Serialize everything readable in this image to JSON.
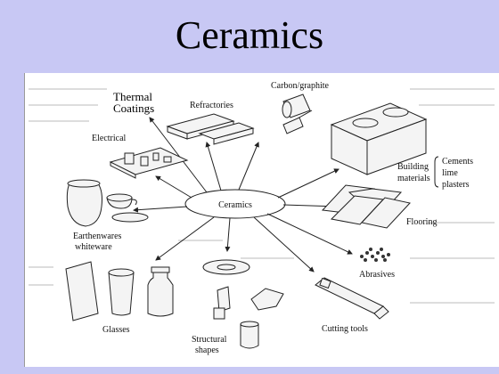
{
  "slide": {
    "title": "Ceramics"
  },
  "diagram": {
    "center": "Ceramics",
    "labels": {
      "thermal_1": "Thermal",
      "thermal_2": "Coatings",
      "refractories": "Refractories",
      "carbon": "Carbon/graphite",
      "electrical": "Electrical",
      "building_1": "Building",
      "building_2": "materials",
      "cements": "Cements",
      "lime": "lime",
      "plasters": "plasters",
      "earthen_1": "Earthenwares",
      "earthen_2": "whiteware",
      "flooring": "Flooring",
      "abrasives": "Abrasives",
      "glasses": "Glasses",
      "structural_1": "Structural",
      "structural_2": "shapes",
      "cutting": "Cutting tools"
    }
  },
  "colors": {
    "background": "#c8c8f4",
    "panel": "#ffffff"
  }
}
